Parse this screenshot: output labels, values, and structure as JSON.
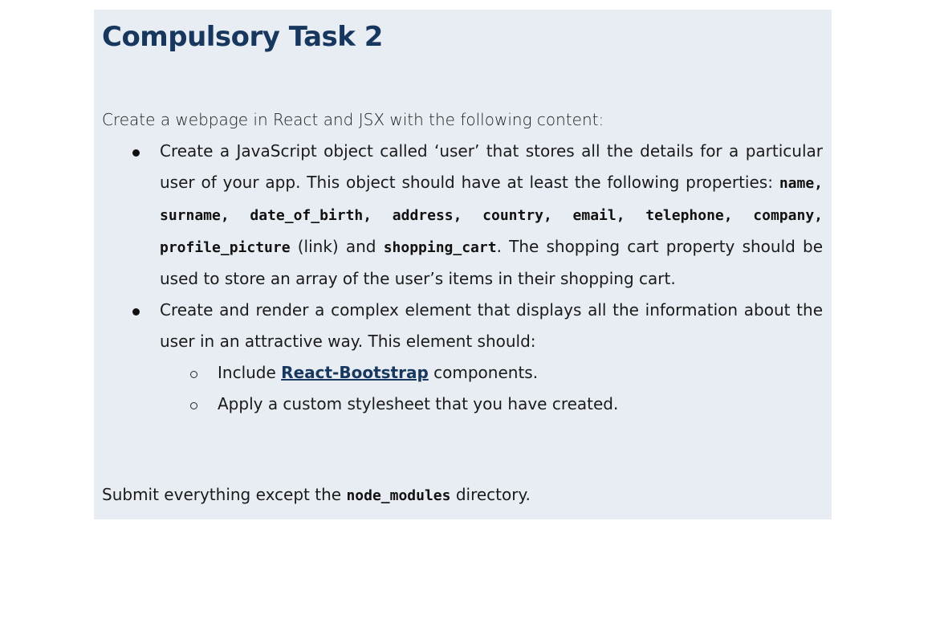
{
  "title": "Compulsory Task 2",
  "intro": "Create a webpage in React and JSX with the following content:",
  "bullet1": {
    "text_a": "Create a JavaScript object called ‘user’ that stores all the details for a particular user of your app. This object should have at least the following properties: ",
    "props": "name, surname, date_of_birth, address, country, email, telephone, company, profile_picture",
    "text_b": " (link) and ",
    "prop_cart": "shopping_cart",
    "text_c": ". The shopping cart property should be used to store an array of the user’s items in their shopping cart."
  },
  "bullet2": {
    "text": "Create and render a complex element that displays all the information about the user in an attractive way. This element should:",
    "sub1_before": "Include ",
    "sub1_link": "React-Bootstrap",
    "sub1_after": " components.",
    "sub2": "Apply a custom stylesheet that you have created."
  },
  "submit": {
    "before": "Submit everything except the ",
    "code": "node_modules",
    "after": " directory."
  }
}
